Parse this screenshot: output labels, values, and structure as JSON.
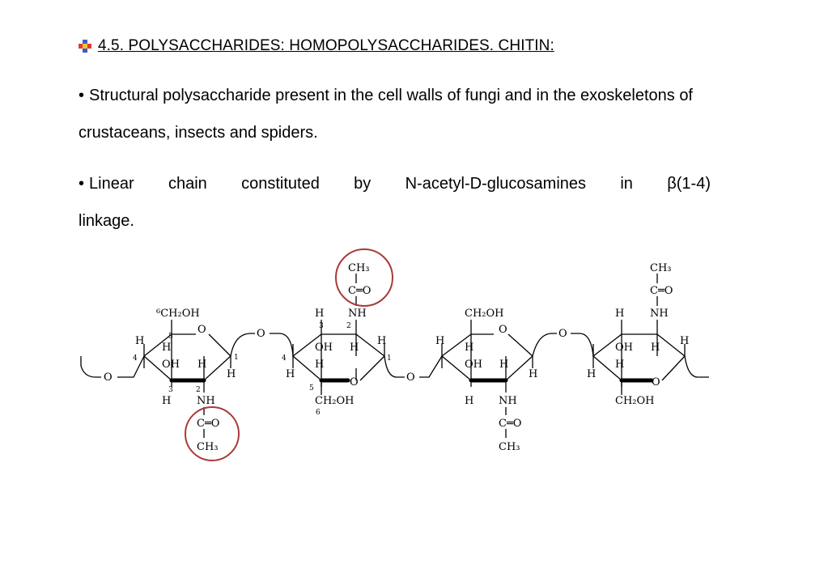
{
  "title": "4.5. POLYSACCHARIDES: HOMOPOLYSACCHARIDES. CHITIN:",
  "bullet_symbol": "•",
  "paragraph_1": "Structural polysaccharide present in the cell walls of fungi and in the exoskeletons of crustaceans, insects and spiders.",
  "paragraph_2": {
    "words": [
      "Linear",
      "chain",
      "constituted",
      "by",
      "N-acetyl-D-glucosamines",
      "in",
      "β(1-4)"
    ],
    "last": "linkage."
  },
  "structure": {
    "labels": {
      "ch3": "CH₃",
      "co": "C═O",
      "nh": "NH",
      "oh": "OH",
      "h": "H",
      "o": "O",
      "ch2oh": "CH₂OH",
      "ch2oh_6": "⁶CH₂OH"
    },
    "carbon_numbers": [
      "1",
      "2",
      "3",
      "4",
      "5",
      "6"
    ],
    "highlight_color": "#a93a3a"
  }
}
